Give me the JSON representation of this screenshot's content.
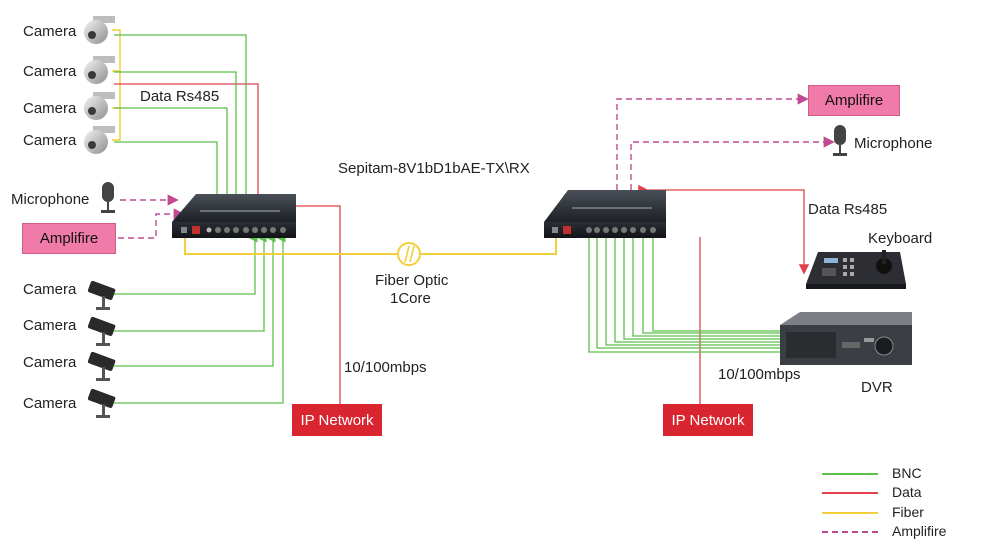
{
  "title": "Sepitam-8V1bD1bAE-TX\\RX",
  "left_side": {
    "dome_cameras": [
      "Camera",
      "Camera",
      "Camera",
      "Camera"
    ],
    "data_label": "Data Rs485",
    "microphone": "Microphone",
    "amplifier": "Amplifire",
    "bullet_cameras": [
      "Camera",
      "Camera",
      "Camera",
      "Camera"
    ]
  },
  "center": {
    "fiber_label_line1": "Fiber Optic",
    "fiber_label_line2": "1Core"
  },
  "left_network": {
    "speed": "10/100mbps",
    "box": "IP Network"
  },
  "right_side": {
    "amplifier": "Amplifire",
    "microphone": "Microphone",
    "data_label": "Data Rs485",
    "keyboard": "Keyboard",
    "speed": "10/100mbps",
    "ip_box": "IP Network",
    "dvr": "DVR"
  },
  "legend": [
    {
      "label": "BNC",
      "color": "#5cbf4a",
      "style": "solid"
    },
    {
      "label": "Data",
      "color": "#e0414d",
      "style": "solid"
    },
    {
      "label": "Fiber",
      "color": "#f2cf3c",
      "style": "solid"
    },
    {
      "label": "Amplifire",
      "color": "#c04a92",
      "style": "dashed"
    }
  ],
  "colors": {
    "bnc": "#5cbf4a",
    "data": "#e0414d",
    "fiber": "#f2cf3c",
    "audio": "#c04a92"
  }
}
